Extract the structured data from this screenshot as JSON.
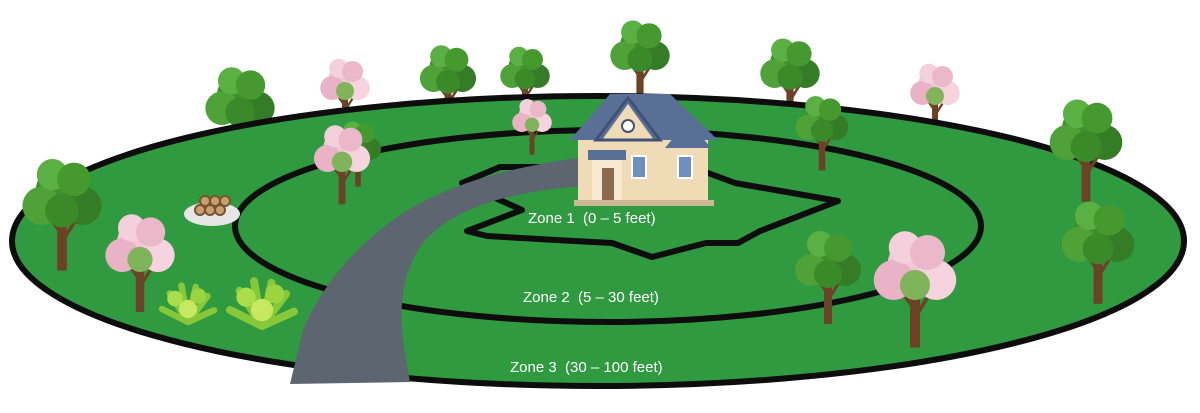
{
  "zones": [
    {
      "label": "Zone 1  (0 – 5 feet)"
    },
    {
      "label": "Zone 2  (5 – 30 feet)"
    },
    {
      "label": "Zone 3  (30 – 100 feet)"
    }
  ],
  "colors": {
    "lawn": "#2f9a3f",
    "ring": "#0d0d0d",
    "driveway": "#5c6570",
    "label_text": "#ffffff",
    "roof": "#5a6f96",
    "house_wall": "#efdcb6",
    "foliage_green": "#3f8f2e",
    "blossom_pink": "#f2c6d6",
    "trunk": "#6b4226"
  },
  "icons": {
    "house": "house-icon",
    "tree": "tree-icon",
    "blossom_tree": "blossom-tree-icon",
    "shrub": "shrub-icon",
    "firewood": "firewood-icon"
  }
}
